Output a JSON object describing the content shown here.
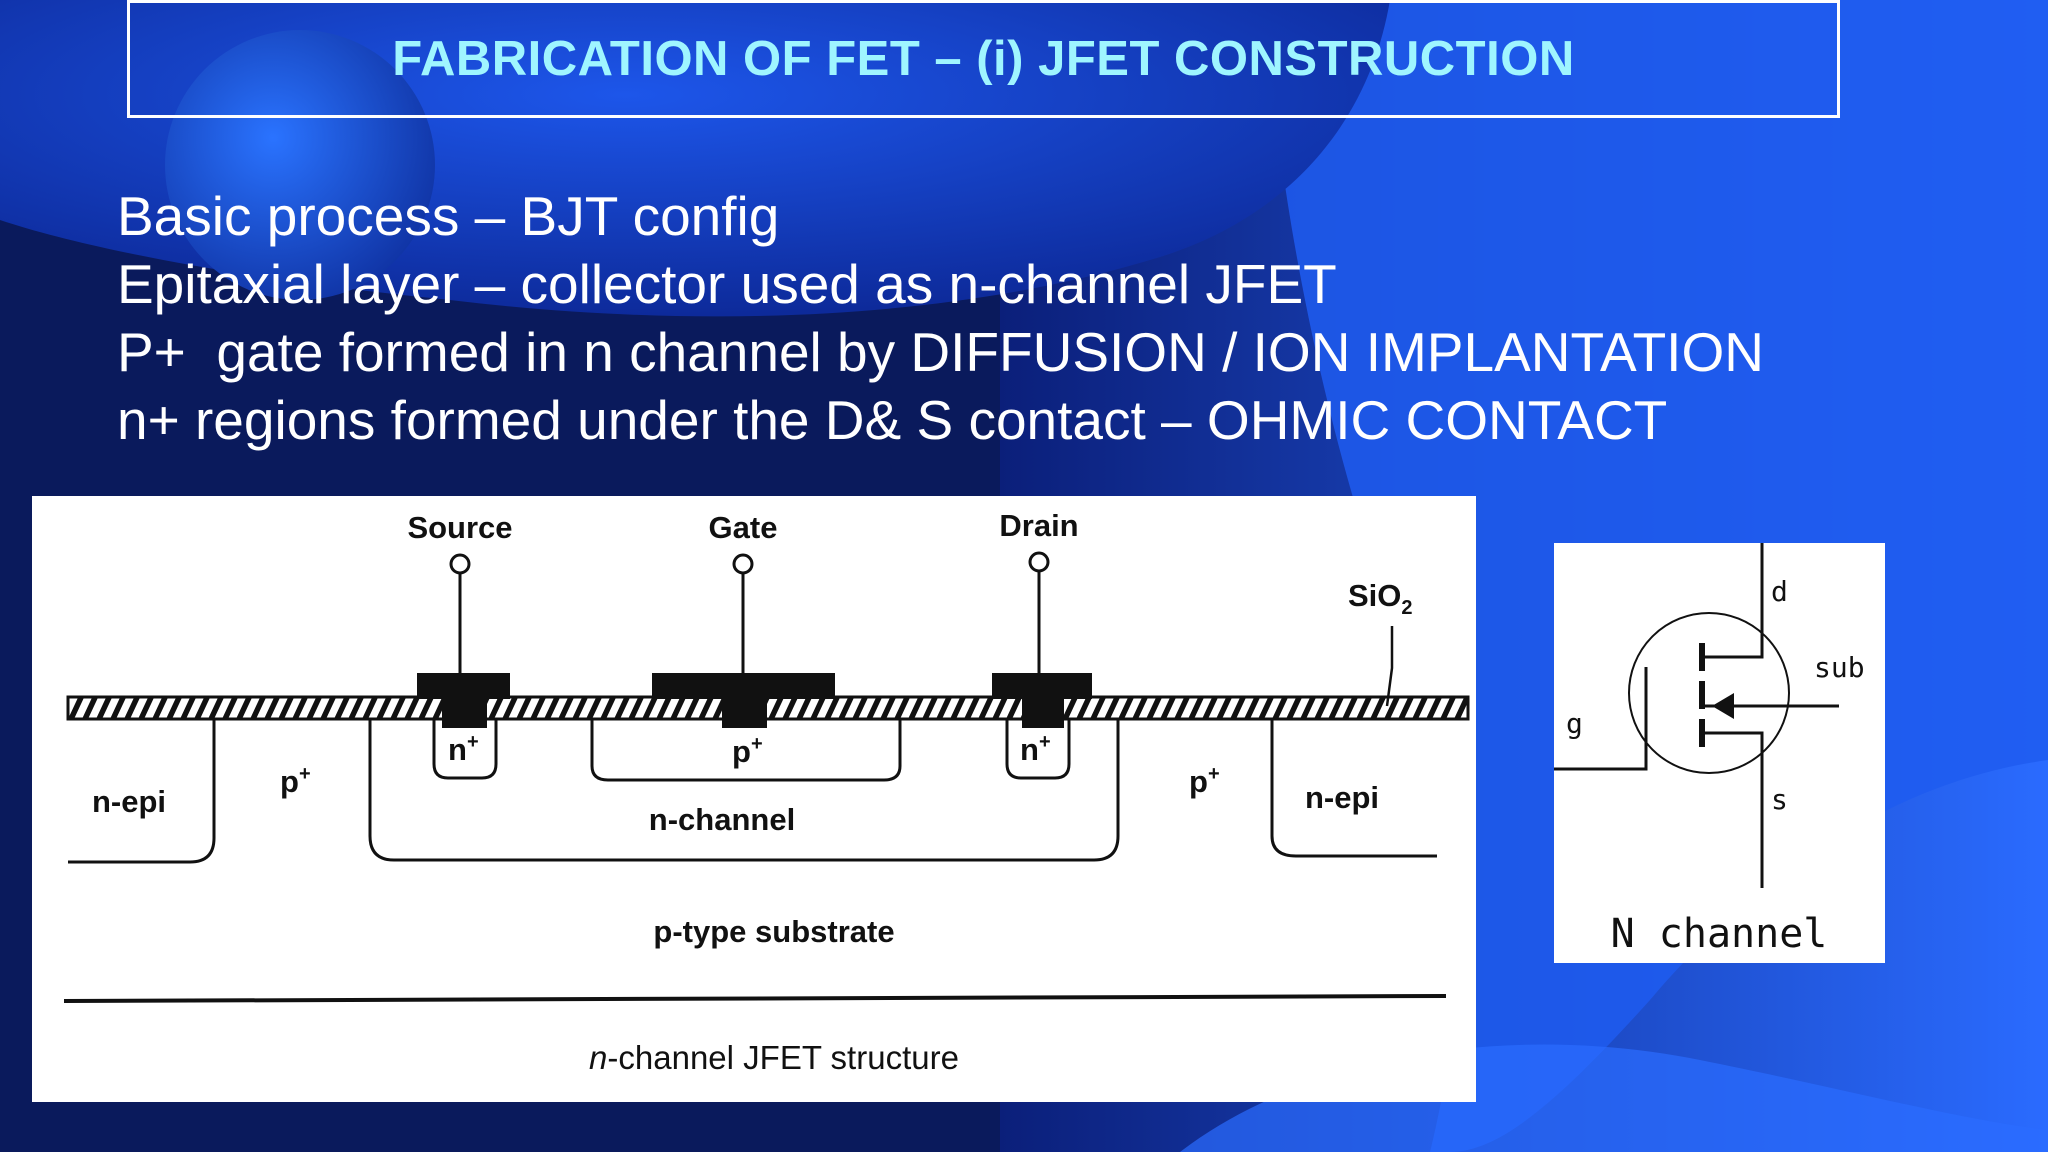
{
  "slide": {
    "title": "FABRICATION OF FET – (i) JFET CONSTRUCTION",
    "bullets": [
      "Basic process – BJT config",
      "Epitaxial layer – collector used as n-channel JFET",
      "P+  gate formed in n channel by DIFFUSION / ION IMPLANTATION",
      "n+ regions formed under the D& S contact – OHMIC CONTACT"
    ]
  },
  "jfet_diagram": {
    "terminals": {
      "source": "Source",
      "gate": "Gate",
      "drain": "Drain"
    },
    "oxide_label": "SiO",
    "oxide_subscript": "2",
    "regions": {
      "n_epi_left": "n-epi",
      "p_plus_left": "p",
      "n_plus_source": "n",
      "p_plus_gate": "p",
      "n_plus_drain": "n",
      "p_plus_right": "p",
      "n_epi_right": "n-epi",
      "n_channel": "n-channel",
      "substrate": "p-type substrate"
    },
    "superscript_plus": "+",
    "caption_italic": "n",
    "caption_rest": "-channel JFET structure"
  },
  "symbol_diagram": {
    "label_d": "d",
    "label_g": "g",
    "label_s": "s",
    "label_sub": "sub",
    "caption": "N channel"
  },
  "colors": {
    "title": "#9ff5ff",
    "background_dark": "#0a1a5c",
    "background_bright": "#1f5ff5",
    "text": "#ffffff"
  }
}
